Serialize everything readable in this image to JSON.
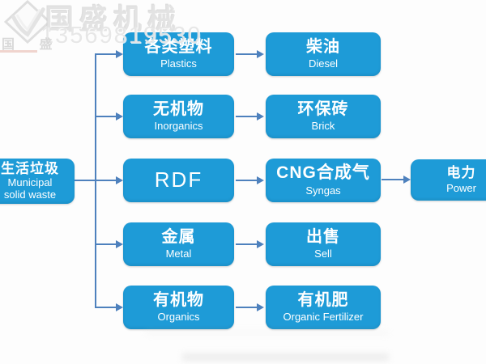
{
  "watermark": {
    "brand": "国盛机械",
    "phone": "13569819530",
    "seal": "国 盛",
    "logo_icon": "diamond-check-icon"
  },
  "colors": {
    "box_blue": "#1e9bd7",
    "arrow_blue": "#4e81bd",
    "node_text": "#ffffff",
    "watermark_gray": "#e2e2e2"
  },
  "source": {
    "zh": "生活垃圾",
    "en_line1": "Municipal",
    "en_line2": "solid waste"
  },
  "rows": [
    {
      "mid_zh": "各类塑料",
      "mid_en": "Plastics",
      "right_zh": "柴油",
      "right_en": "Diesel"
    },
    {
      "mid_zh": "无机物",
      "mid_en": "Inorganics",
      "right_zh": "环保砖",
      "right_en": "Brick"
    },
    {
      "mid_zh": "RDF",
      "mid_en": "",
      "right_zh": "CNG合成气",
      "right_en": "Syngas",
      "final_zh": "电力",
      "final_en": "Power"
    },
    {
      "mid_zh": "金属",
      "mid_en": "Metal",
      "right_zh": "出售",
      "right_en": "Sell"
    },
    {
      "mid_zh": "有机物",
      "mid_en": "Organics",
      "right_zh": "有机肥",
      "right_en": "Organic Fertilizer"
    }
  ]
}
